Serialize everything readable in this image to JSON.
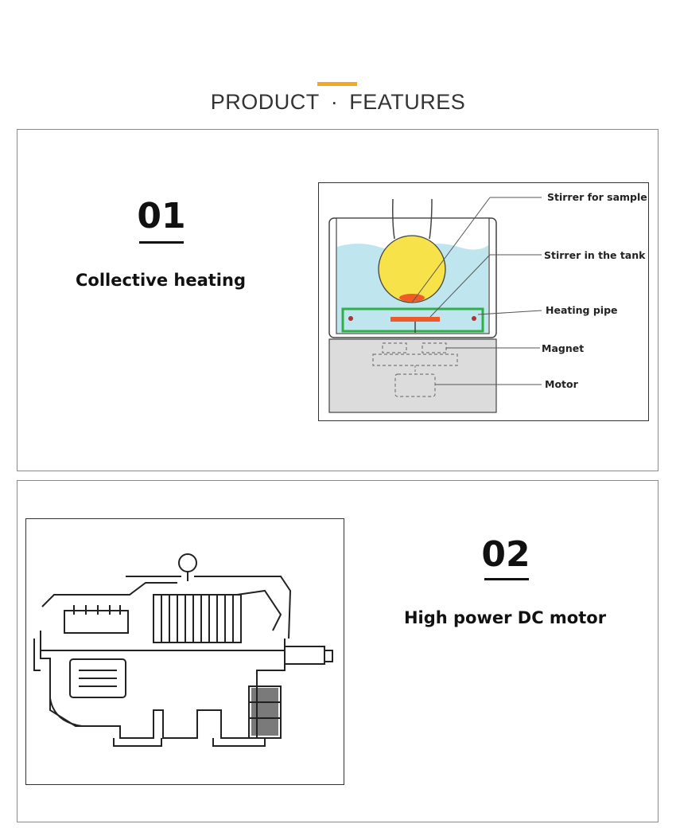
{
  "header": {
    "title_left": "PRODUCT",
    "separator": "·",
    "title_right": "FEATURES",
    "accent_color": "#f5a623"
  },
  "features": [
    {
      "number": "01",
      "title": "Collective heating",
      "diagram": {
        "labels": {
          "stirrer_sample": "Stirrer for sample",
          "stirrer_tank": "Stirrer in the tank",
          "heating_pipe": "Heating pipe",
          "magnet": "Magnet",
          "motor": "Motor"
        },
        "colors": {
          "water": "#bfe6ee",
          "flask": "#f7e24a",
          "stirrer": "#f05a28",
          "heating_pipe": "#2fae4a",
          "base": "#dcdcdc"
        }
      }
    },
    {
      "number": "02",
      "title": "High power DC motor",
      "diagram": {
        "icon": "dc-motor-cross-section-icon"
      }
    }
  ]
}
